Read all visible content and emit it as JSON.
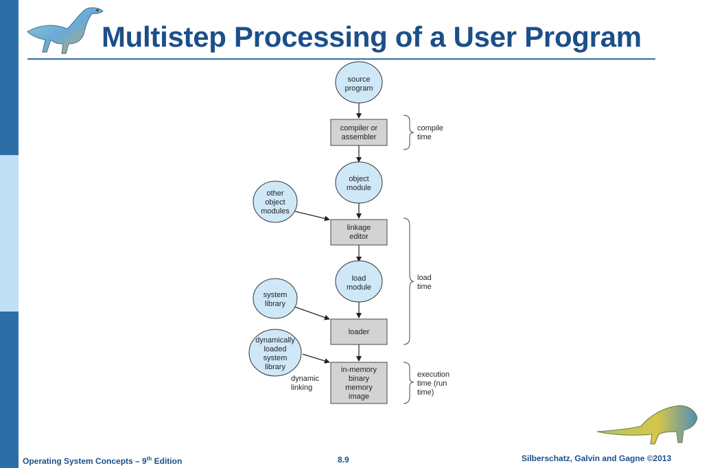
{
  "slide": {
    "title": "Multistep Processing of a User Program",
    "colors": {
      "title": "#1b4f8a",
      "sidebar_dark": "#2e6ea6",
      "sidebar_light": "#bfe0f5",
      "circle_fill": "#cfe8f8",
      "box_fill": "#d3d3d3"
    }
  },
  "diagram": {
    "nodes": [
      {
        "id": "source-program",
        "shape": "circle",
        "lines": [
          "source",
          "program"
        ]
      },
      {
        "id": "compiler-or-assembler",
        "shape": "box",
        "lines": [
          "compiler or",
          "assembler"
        ]
      },
      {
        "id": "object-module",
        "shape": "circle",
        "lines": [
          "object",
          "module"
        ]
      },
      {
        "id": "other-object-modules",
        "shape": "circle",
        "lines": [
          "other",
          "object",
          "modules"
        ]
      },
      {
        "id": "linkage-editor",
        "shape": "box",
        "lines": [
          "linkage",
          "editor"
        ]
      },
      {
        "id": "load-module",
        "shape": "circle",
        "lines": [
          "load",
          "module"
        ]
      },
      {
        "id": "system-library",
        "shape": "circle",
        "lines": [
          "system",
          "library"
        ]
      },
      {
        "id": "loader",
        "shape": "box",
        "lines": [
          "loader"
        ]
      },
      {
        "id": "dynamically-loaded-system-library",
        "shape": "circle",
        "lines": [
          "dynamically",
          "loaded",
          "system",
          "library"
        ]
      },
      {
        "id": "in-memory-binary-memory-image",
        "shape": "box",
        "lines": [
          "in-memory",
          "binary",
          "memory",
          "image"
        ]
      }
    ],
    "edges": [
      {
        "from": "source-program",
        "to": "compiler-or-assembler"
      },
      {
        "from": "compiler-or-assembler",
        "to": "object-module"
      },
      {
        "from": "object-module",
        "to": "linkage-editor"
      },
      {
        "from": "other-object-modules",
        "to": "linkage-editor"
      },
      {
        "from": "linkage-editor",
        "to": "load-module"
      },
      {
        "from": "load-module",
        "to": "loader"
      },
      {
        "from": "system-library",
        "to": "loader"
      },
      {
        "from": "loader",
        "to": "in-memory-binary-memory-image"
      },
      {
        "from": "dynamically-loaded-system-library",
        "to": "in-memory-binary-memory-image"
      }
    ],
    "edge_label": {
      "lines": [
        "dynamic",
        "linking"
      ]
    },
    "phases": [
      {
        "id": "compile-time",
        "lines": [
          "compile",
          "time"
        ]
      },
      {
        "id": "load-time",
        "lines": [
          "load",
          "time"
        ]
      },
      {
        "id": "execution-time",
        "lines": [
          "execution",
          "time (run",
          "time)"
        ]
      }
    ]
  },
  "footer": {
    "course_prefix": "Operating System Concepts – 9",
    "course_sup": "th",
    "course_suffix": " Edition",
    "page": "8.9",
    "copyright": "Silberschatz, Galvin and Gagne ©2013"
  }
}
